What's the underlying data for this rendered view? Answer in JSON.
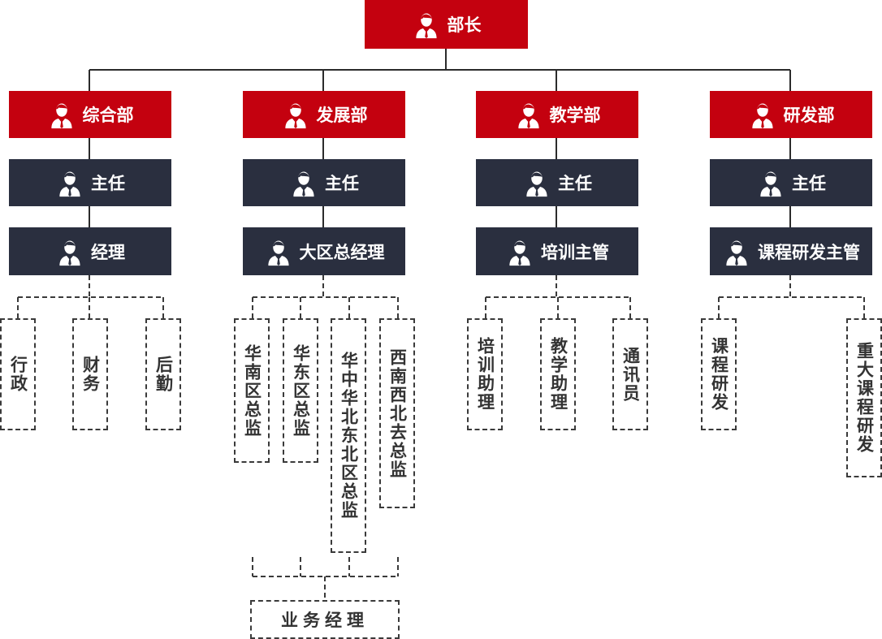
{
  "top": {
    "label": "部长"
  },
  "departments": [
    {
      "name": "综合部",
      "head": "主任",
      "sub": "经理",
      "units": [
        "行政",
        "财务",
        "后勤"
      ]
    },
    {
      "name": "发展部",
      "head": "主任",
      "sub": "大区总经理",
      "units": [
        "华南区总监",
        "华东区总监",
        "华中华北东北区总监",
        "西南西北去总监"
      ]
    },
    {
      "name": "教学部",
      "head": "主任",
      "sub": "培训主管",
      "units": [
        "培训助理",
        "教学助理",
        "通讯员"
      ]
    },
    {
      "name": "研发部",
      "head": "主任",
      "sub": "课程研发主管",
      "units": [
        "课程研发",
        "重大课程研发"
      ]
    }
  ],
  "bottom": {
    "label": "业务经理"
  },
  "colors": {
    "red": "#c4010f",
    "dark": "#2a2f3f",
    "line": "#3a3a3a",
    "dashed_border": "#3a3a3a"
  },
  "icons": {
    "person": "person-icon"
  }
}
